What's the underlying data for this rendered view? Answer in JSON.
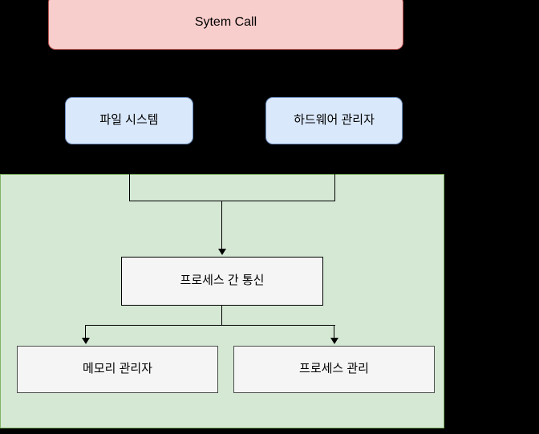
{
  "diagram": {
    "title": "Operating System Architecture Diagram",
    "background_color": "#000000",
    "region": {
      "name": "kernel-region",
      "fill_color": "#d5e8d4",
      "border_color": "#82b366",
      "label": ""
    },
    "nodes": [
      {
        "id": "system-call",
        "label": "Sytem Call",
        "fill_color": "#f8cecc",
        "border_color": "#b85450",
        "shape": "rounded-rectangle"
      },
      {
        "id": "file-system",
        "label": "파일 시스템",
        "fill_color": "#dae8fc",
        "border_color": "#6c8ebf",
        "shape": "rounded-rectangle"
      },
      {
        "id": "hardware-manager",
        "label": "하드웨어 관리자",
        "fill_color": "#dae8fc",
        "border_color": "#6c8ebf",
        "shape": "rounded-rectangle"
      },
      {
        "id": "hidden-upper-box",
        "label": "",
        "fill_color": "transparent",
        "border_color": "#000000",
        "shape": "rectangle"
      },
      {
        "id": "ipc",
        "label": "프로세스 간 통신",
        "fill_color": "#f5f5f5",
        "border_color": "#000000",
        "shape": "rectangle"
      },
      {
        "id": "memory-manager",
        "label": "메모리 관리자",
        "fill_color": "#f5f5f5",
        "border_color": "#4d4d4d",
        "shape": "rectangle"
      },
      {
        "id": "process-manager",
        "label": "프로세스 관리",
        "fill_color": "#f5f5f5",
        "border_color": "#4d4d4d",
        "shape": "rectangle"
      }
    ],
    "edges": [
      {
        "from": "hidden-upper-box",
        "to": "ipc",
        "arrow": "down"
      },
      {
        "from": "ipc",
        "to": "memory-manager",
        "arrow": "down"
      },
      {
        "from": "ipc",
        "to": "process-manager",
        "arrow": "down"
      }
    ]
  }
}
